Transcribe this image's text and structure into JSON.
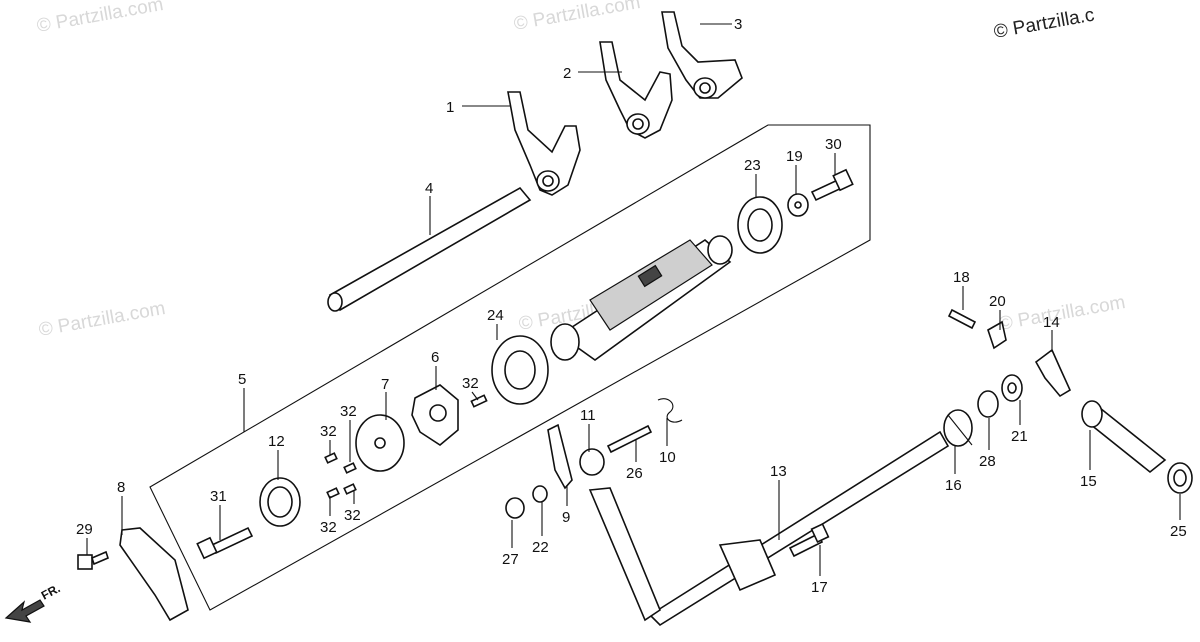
{
  "copyright": "© Partzilla.c",
  "watermark": "© Partzilla.com",
  "direction_label": "FR.",
  "callouts": {
    "c1": "1",
    "c2": "2",
    "c3": "3",
    "c4": "4",
    "c5": "5",
    "c6": "6",
    "c7": "7",
    "c8": "8",
    "c9": "9",
    "c10": "10",
    "c11": "11",
    "c12": "12",
    "c13": "13",
    "c14": "14",
    "c15": "15",
    "c16": "16",
    "c17": "17",
    "c18": "18",
    "c19": "19",
    "c20": "20",
    "c21": "21",
    "c22": "22",
    "c23": "23",
    "c24": "24",
    "c25": "25",
    "c26": "26",
    "c27": "27",
    "c28": "28",
    "c29": "29",
    "c30": "30",
    "c31": "31",
    "c32a": "32",
    "c32b": "32",
    "c32c": "32",
    "c32d": "32",
    "c32e": "32"
  }
}
